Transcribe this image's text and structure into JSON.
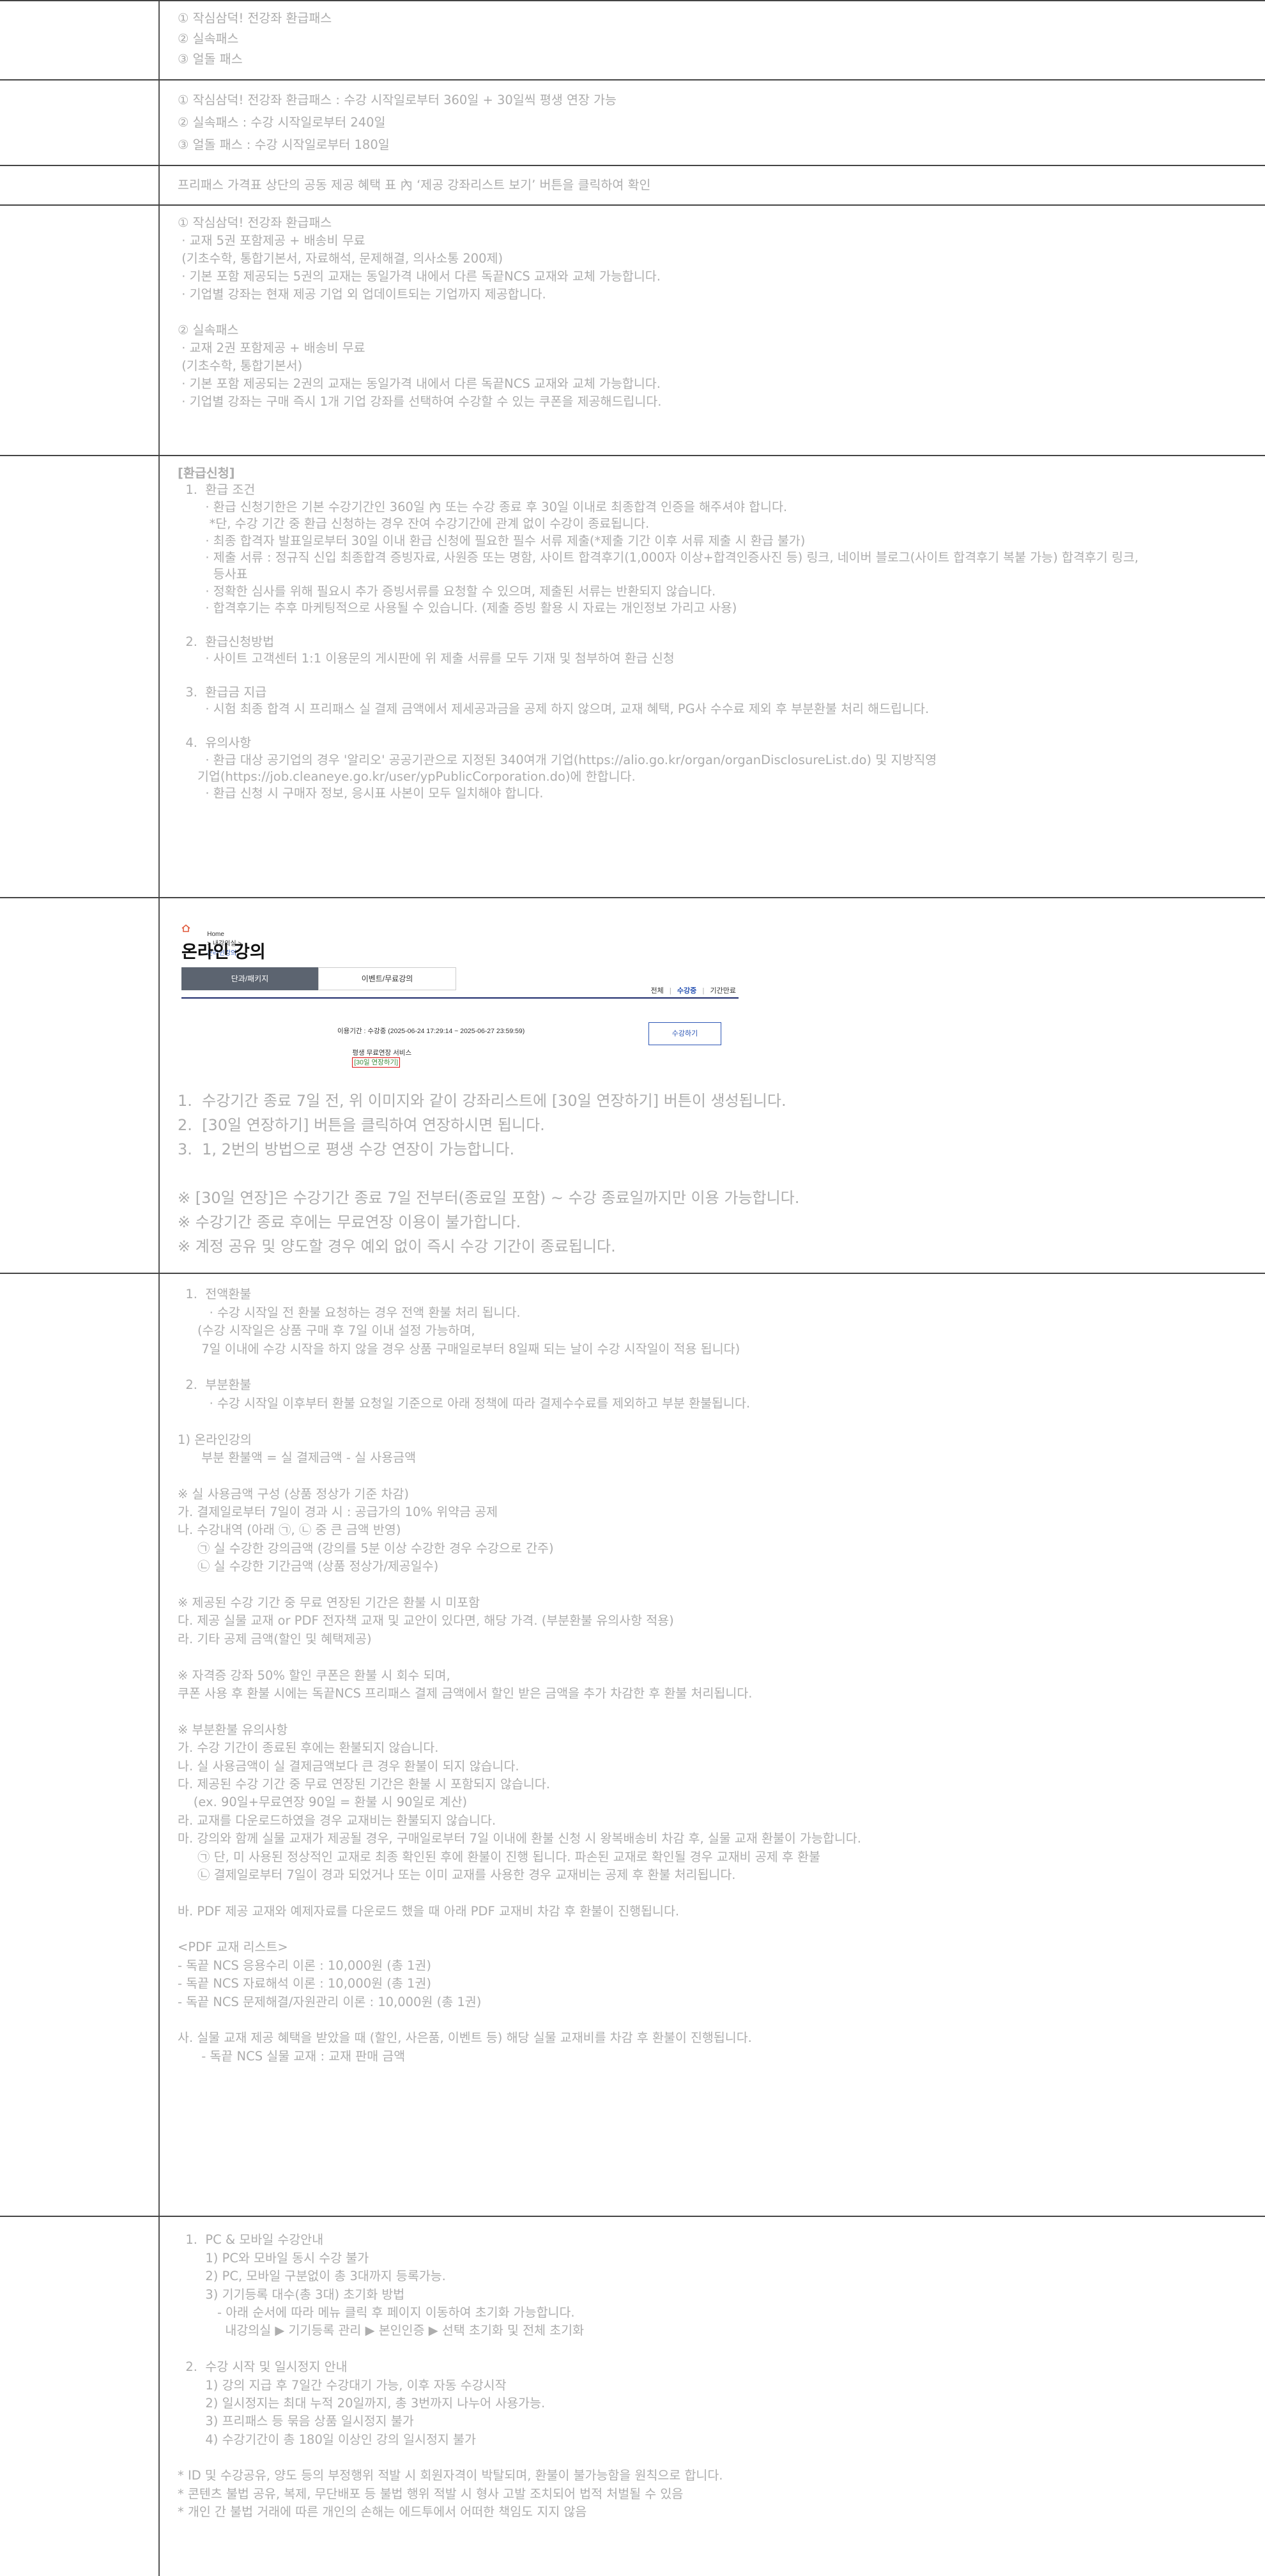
{
  "rows": [
    {
      "lines": [
        "① 작심삼덕! 전강좌 환급패스",
        "② 실속패스",
        "③ 얼돌 패스"
      ]
    },
    {
      "lines": [
        "① 작심삼덕! 전강좌 환급패스 : 수강 시작일로부터 360일 + 30일씩 평생 연장 가능",
        "② 실속패스 : 수강 시작일로부터 240일",
        "③ 얼돌 패스 : 수강 시작일로부터 180일"
      ]
    },
    {
      "lines": [
        "프리패스 가격표 상단의 공동 제공 혜택 표 內 ‘제공 강좌리스트 보기’ 버튼을 클릭하여 확인"
      ]
    },
    {
      "lines": [
        "① 작심삼덕! 전강좌 환급패스",
        " · 교재 5권 포함제공 + 배송비 무료",
        " (기초수학, 통합기본서, 자료해석, 문제해결, 의사소통 200제)",
        " · 기본 포함 제공되는 5권의 교재는 동일가격 내에서 다른 독끝NCS 교재와 교체 가능합니다.",
        " · 기업별 강좌는 현재 제공 기업 외 업데이트되는 기업까지 제공합니다.",
        "",
        "② 실속패스",
        " · 교재 2권 포함제공 + 배송비 무료",
        " (기초수학, 통합기본서)",
        " · 기본 포함 제공되는 2권의 교재는 동일가격 내에서 다른 독끝NCS 교재와 교체 가능합니다.",
        " · 기업별 강좌는 구매 즉시 1개 기업 강좌를 선택하여 수강할 수 있는 쿠폰을 제공해드립니다."
      ]
    },
    {
      "title": "[환급신청]",
      "lines": [
        "  1.  환급 조건",
        "       · 환급 신청기한은 기본 수강기간인 360일 內 또는 수강 종료 후 30일 이내로 최종합격 인증을 해주셔야 합니다.",
        "        *단, 수강 기간 중 환급 신청하는 경우 잔여 수강기간에 관계 없이 수강이 종료됩니다.",
        "       · 최종 합격자 발표일로부터 30일 이내 환급 신청에 필요한 필수 서류 제출(*제출 기간 이후 서류 제출 시 환급 불가)",
        "       · 제출 서류 : 정규직 신입 최종합격 증빙자료, 사원증 또는 명함, 사이트 합격후기(1,000자 이상+합격인증사진 등) 링크, 네이버 블로그(사이트 합격후기 복붙 가능) 합격후기 링크,",
        "         등사표",
        "       · 정확한 심사를 위해 필요시 추가 증빙서류를 요청할 수 있으며, 제출된 서류는 반환되지 않습니다.",
        "       · 합격후기는 추후 마케팅적으로 사용될 수 있습니다. (제출 증빙 활용 시 자료는 개인정보 가리고 사용)",
        "",
        "  2.  환급신청방법",
        "       · 사이트 고객센터 1:1 이용문의 게시판에 위 제출 서류를 모두 기재 및 첨부하여 환급 신청",
        "",
        "  3.  환급금 지급",
        "       · 시험 최종 합격 시 프리패스 실 결제 금액에서 제세공과금을 공제 하지 않으며, 교재 혜택, PG사 수수료 제외 후 부분환불 처리 해드립니다.",
        "",
        "  4.  유의사항",
        "       · 환급 대상 공기업의 경우 '알리오' 공공기관으로 지정된 340여개 기업(https://alio.go.kr/organ/organDisclosureList.do) 및 지방직영",
        "     기업(https://job.cleaneye.go.kr/user/ypPublicCorporation.do)에 한합니다.",
        "       · 환급 신청 시 구매자 정보, 응시표 사본이 모두 일치해야 합니다."
      ]
    },
    {
      "mini": {
        "breadcrumb_home": "Home",
        "breadcrumb_mid": "> 내강의실 >",
        "breadcrumb_cur": "온라인강의",
        "title": "온라인 강의",
        "tab_active": "단과/패키지",
        "tab_inactive": "이벤트/무료강의",
        "filter_all": "전체",
        "filter_active": "수강중",
        "filter_end": "기간만료",
        "period": "이용기간 : 수강중 (2025-06-24 17:29:14 ~ 2025-06-27 23:59:59)",
        "extend_label": "평생 무료연장 서비스",
        "extend_btn": "[30일 연장하기]",
        "view_btn": "수강하기"
      },
      "lines": [
        "1.  수강기간 종료 7일 전, 위 이미지와 같이 강좌리스트에 [30일 연장하기] 버튼이 생성됩니다.",
        "2.  [30일 연장하기] 버튼을 클릭하여 연장하시면 됩니다.",
        "3.  1, 2번의 방법으로 평생 수강 연장이 가능합니다.",
        "",
        "※ [30일 연장]은 수강기간 종료 7일 전부터(종료일 포함) ~ 수강 종료일까지만 이용 가능합니다.",
        "※ 수강기간 종료 후에는 무료연장 이용이 불가합니다.",
        "※ 계정 공유 및 양도할 경우 예외 없이 즉시 수강 기간이 종료됩니다."
      ]
    },
    {
      "lines": [
        "  1.  전액환불",
        "        · 수강 시작일 전 환불 요청하는 경우 전액 환불 처리 됩니다.",
        "     (수강 시작일은 상품 구매 후 7일 이내 설정 가능하며,",
        "      7일 이내에 수강 시작을 하지 않을 경우 상품 구매일로부터 8일째 되는 날이 수강 시작일이 적용 됩니다)",
        "",
        "  2.  부분환불",
        "        · 수강 시작일 이후부터 환불 요청일 기준으로 아래 정책에 따라 결제수수료를 제외하고 부분 환불됩니다.",
        "",
        "1) 온라인강의",
        "      부분 환불액 = 실 결제금액 - 실 사용금액",
        "",
        "※ 실 사용금액 구성 (상품 정상가 기준 차감)",
        "가. 결제일로부터 7일이 경과 시 : 공급가의 10% 위약금 공제",
        "나. 수강내역 (아래 ㉠, ㉡ 중 큰 금액 반영)",
        "     ㉠ 실 수강한 강의금액 (강의를 5분 이상 수강한 경우 수강으로 간주)",
        "     ㉡ 실 수강한 기간금액 (상품 정상가/제공일수)",
        "",
        "※ 제공된 수강 기간 중 무료 연장된 기간은 환불 시 미포함",
        "다. 제공 실물 교재 or PDF 전자책 교재 및 교안이 있다면, 해당 가격. (부분환불 유의사항 적용)",
        "라. 기타 공제 금액(할인 및 혜택제공)",
        "",
        "※ 자격증 강좌 50% 할인 쿠폰은 환불 시 회수 되며,",
        "쿠폰 사용 후 환불 시에는 독끝NCS 프리패스 결제 금액에서 할인 받은 금액을 추가 차감한 후 환불 처리됩니다.",
        "",
        "※ 부분환불 유의사항",
        "가. 수강 기간이 종료된 후에는 환불되지 않습니다.",
        "나. 실 사용금액이 실 결제금액보다 큰 경우 환불이 되지 않습니다.",
        "다. 제공된 수강 기간 중 무료 연장된 기간은 환불 시 포함되지 않습니다.",
        "    (ex. 90일+무료연장 90일 = 환불 시 90일로 계산)",
        "라. 교재를 다운로드하였을 경우 교재비는 환불되지 않습니다.",
        "마. 강의와 함께 실물 교재가 제공될 경우, 구매일로부터 7일 이내에 환불 신청 시 왕복배송비 차감 후, 실물 교재 환불이 가능합니다.",
        "     ㉠ 단, 미 사용된 정상적인 교재로 최종 확인된 후에 환불이 진행 됩니다. 파손된 교재로 확인될 경우 교재비 공제 후 환불",
        "     ㉡ 결제일로부터 7일이 경과 되었거나 또는 이미 교재를 사용한 경우 교재비는 공제 후 환불 처리됩니다.",
        "",
        "바. PDF 제공 교재와 예제자료를 다운로드 했을 때 아래 PDF 교재비 차감 후 환불이 진행됩니다.",
        "",
        "<PDF 교재 리스트>",
        "- 독끝 NCS 응용수리 이론 : 10,000원 (총 1권)",
        "- 독끝 NCS 자료해석 이론 : 10,000원 (총 1권)",
        "- 독끝 NCS 문제해결/자원관리 이론 : 10,000원 (총 1권)",
        "",
        "사. 실물 교재 제공 혜택을 받았을 때 (할인, 사은품, 이벤트 등) 해당 실물 교재비를 차감 후 환불이 진행됩니다.",
        "      - 독끝 NCS 실물 교재 : 교재 판매 금액"
      ]
    },
    {
      "lines": [
        "  1.  PC & 모바일 수강안내",
        "       1) PC와 모바일 동시 수강 불가",
        "       2) PC, 모바일 구분없이 총 3대까지 등록가능.",
        "       3) 기기등록 대수(총 3대) 초기화 방법",
        "          - 아래 순서에 따라 메뉴 클릭 후 페이지 이동하여 초기화 가능합니다.",
        "            내강의실 ▶ 기기등록 관리 ▶ 본인인증 ▶ 선택 초기화 및 전체 초기화",
        "",
        "  2.  수강 시작 및 일시정지 안내",
        "       1) 강의 지급 후 7일간 수강대기 가능, 이후 자동 수강시작",
        "       2) 일시정지는 최대 누적 20일까지, 총 3번까지 나누어 사용가능.",
        "       3) 프리패스 등 묶음 상품 일시정지 불가",
        "       4) 수강기간이 총 180일 이상인 강의 일시정지 불가",
        "",
        "* ID 및 수강공유, 양도 등의 부정행위 적발 시 회원자격이 박탈되며, 환불이 불가능함을 원칙으로 합니다.",
        "* 콘텐츠 불법 공유, 복제, 무단배포 등 불법 행위 적발 시 형사 고발 조치되어 법적 처벌될 수 있음",
        "* 개인 간 불법 거래에 따른 개인의 손해는 에드투에서 어떠한 책임도 지지 않음"
      ]
    }
  ]
}
